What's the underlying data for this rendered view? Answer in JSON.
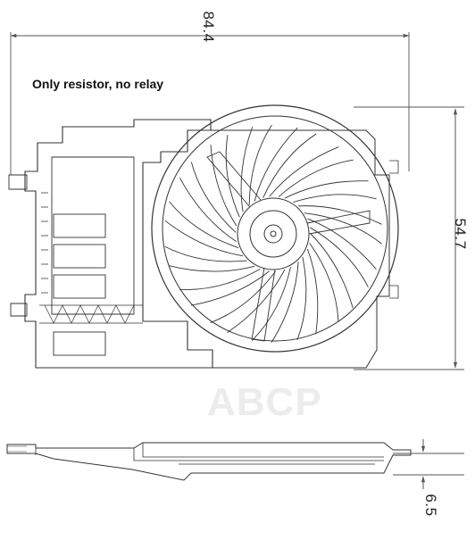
{
  "diagram": {
    "note": "Only resistor, no relay",
    "dimensions": {
      "width": "84.4",
      "height": "54.7",
      "depth": "6.5"
    },
    "watermark": "ABCP",
    "colors": {
      "line": "#333333",
      "dim_line": "#555555",
      "watermark": "#ececec"
    }
  }
}
